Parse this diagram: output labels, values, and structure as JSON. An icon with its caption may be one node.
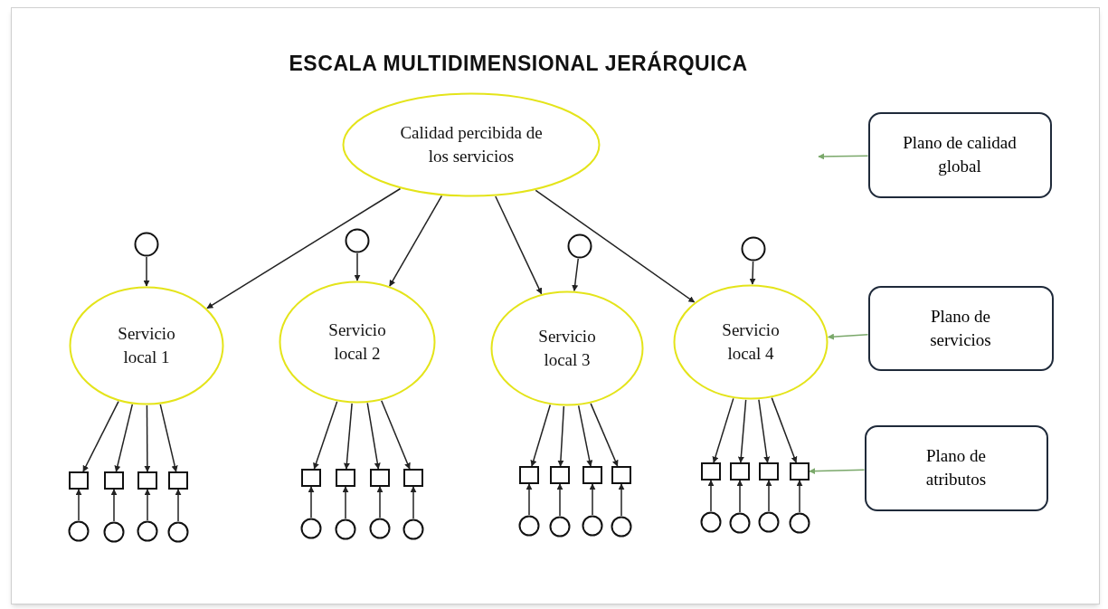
{
  "diagram": {
    "title": "ESCALA MULTIDIMENSIONAL JERÁRQUICA",
    "nodes": [
      {
        "text": [
          "Calidad percibida de los servicios"
        ]
      },
      {
        "text": [
          "Servicio local 1"
        ]
      },
      {
        "text": [
          "Servicio local 2"
        ]
      },
      {
        "text": [
          "Servicio local 3"
        ]
      },
      {
        "text": [
          "Servicio local 4"
        ]
      },
      {
        "text": [],
        "shape": "circle"
      },
      {
        "text": [],
        "shape": "circle"
      },
      {
        "text": [],
        "shape": "circle"
      },
      {
        "text": [],
        "shape": "circle"
      },
      {
        "text": [],
        "shape": "box"
      },
      {
        "text": [],
        "shape": "box"
      },
      {
        "text": [],
        "shape": "box"
      },
      {
        "text": [],
        "shape": "box"
      },
      {
        "text": [],
        "shape": "box"
      },
      {
        "text": [],
        "shape": "box"
      },
      {
        "text": [],
        "shape": "box"
      },
      {
        "text": [],
        "shape": "box"
      },
      {
        "text": [],
        "shape": "box"
      },
      {
        "text": [],
        "shape": "box"
      },
      {
        "text": [],
        "shape": "box"
      },
      {
        "text": [],
        "shape": "box"
      },
      {
        "text": [],
        "shape": "box"
      },
      {
        "text": [],
        "shape": "box"
      },
      {
        "text": [],
        "shape": "box"
      },
      {
        "text": [],
        "shape": "box"
      },
      {
        "text": [],
        "shape": "circle"
      },
      {
        "text": [],
        "shape": "circle"
      },
      {
        "text": [],
        "shape": "circle"
      },
      {
        "text": [],
        "shape": "circle"
      },
      {
        "text": [],
        "shape": "circle"
      },
      {
        "text": [],
        "shape": "circle"
      },
      {
        "text": [],
        "shape": "circle"
      },
      {
        "text": [],
        "shape": "circle"
      },
      {
        "text": [],
        "shape": "circle"
      },
      {
        "text": [],
        "shape": "circle"
      },
      {
        "text": [],
        "shape": "circle"
      },
      {
        "text": [],
        "shape": "circle"
      },
      {
        "text": [],
        "shape": "circle"
      },
      {
        "text": [],
        "shape": "circle"
      },
      {
        "text": [],
        "shape": "circle"
      },
      {
        "text": [],
        "shape": "circle"
      },
      {
        "text": [
          "Plano de calidad global"
        ]
      },
      {
        "text": [
          "Plano de servicios"
        ]
      },
      {
        "text": [
          "Plano de atributos"
        ]
      }
    ],
    "edges": [
      {
        "from": 0,
        "to": 1,
        "arrow": "to"
      },
      {
        "from": 0,
        "to": 2,
        "arrow": "to"
      },
      {
        "from": 0,
        "to": 3,
        "arrow": "to"
      },
      {
        "from": 0,
        "to": 4,
        "arrow": "to"
      },
      {
        "from": 5,
        "to": 1,
        "arrow": "to"
      },
      {
        "from": 6,
        "to": 2,
        "arrow": "to"
      },
      {
        "from": 7,
        "to": 3,
        "arrow": "to"
      },
      {
        "from": 8,
        "to": 4,
        "arrow": "to"
      },
      {
        "from": 1,
        "to": 9,
        "arrow": "to"
      },
      {
        "from": 1,
        "to": 10,
        "arrow": "to"
      },
      {
        "from": 1,
        "to": 11,
        "arrow": "to"
      },
      {
        "from": 1,
        "to": 12,
        "arrow": "to"
      },
      {
        "from": 2,
        "to": 13,
        "arrow": "to"
      },
      {
        "from": 2,
        "to": 14,
        "arrow": "to"
      },
      {
        "from": 2,
        "to": 15,
        "arrow": "to"
      },
      {
        "from": 2,
        "to": 16,
        "arrow": "to"
      },
      {
        "from": 3,
        "to": 17,
        "arrow": "to"
      },
      {
        "from": 3,
        "to": 18,
        "arrow": "to"
      },
      {
        "from": 3,
        "to": 19,
        "arrow": "to"
      },
      {
        "from": 3,
        "to": 20,
        "arrow": "to"
      },
      {
        "from": 4,
        "to": 21,
        "arrow": "to"
      },
      {
        "from": 4,
        "to": 22,
        "arrow": "to"
      },
      {
        "from": 4,
        "to": 23,
        "arrow": "to"
      },
      {
        "from": 4,
        "to": 24,
        "arrow": "to"
      },
      {
        "from": 25,
        "to": 9,
        "arrow": "to"
      },
      {
        "from": 26,
        "to": 10,
        "arrow": "to"
      },
      {
        "from": 27,
        "to": 11,
        "arrow": "to"
      },
      {
        "from": 28,
        "to": 12,
        "arrow": "to"
      },
      {
        "from": 29,
        "to": 13,
        "arrow": "to"
      },
      {
        "from": 30,
        "to": 14,
        "arrow": "to"
      },
      {
        "from": 31,
        "to": 15,
        "arrow": "to"
      },
      {
        "from": 32,
        "to": 16,
        "arrow": "to"
      },
      {
        "from": 33,
        "to": 17,
        "arrow": "to"
      },
      {
        "from": 34,
        "to": 18,
        "arrow": "to"
      },
      {
        "from": 35,
        "to": 19,
        "arrow": "to"
      },
      {
        "from": 36,
        "to": 20,
        "arrow": "to"
      },
      {
        "from": 37,
        "to": 21,
        "arrow": "to"
      },
      {
        "from": 38,
        "to": 22,
        "arrow": "to"
      },
      {
        "from": 39,
        "to": 23,
        "arrow": "to"
      },
      {
        "from": 40,
        "to": 24,
        "arrow": "to"
      },
      {
        "from": 41,
        "to": null,
        "arrow": "to",
        "color": "#7aa86a"
      },
      {
        "from": 42,
        "to": 4,
        "arrow": "to",
        "color": "#7aa86a"
      },
      {
        "from": 43,
        "to": 24,
        "arrow": "to",
        "color": "#7aa86a"
      }
    ]
  }
}
